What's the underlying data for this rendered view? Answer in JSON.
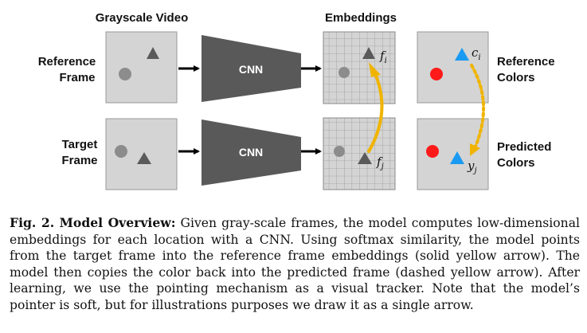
{
  "figure": {
    "col_grayscale": "Grayscale Video",
    "col_embeddings": "Embeddings",
    "row_ref": [
      "Reference",
      "Frame"
    ],
    "row_tgt": [
      "Target",
      "Frame"
    ],
    "cnn_label": "CNN",
    "ref_colors": [
      "Reference",
      "Colors"
    ],
    "pred_colors": [
      "Predicted",
      "Colors"
    ],
    "f_i": "f",
    "f_i_sub": "i",
    "f_j": "f",
    "f_j_sub": "j",
    "c_i": "c",
    "c_i_sub": "i",
    "y_j": "y",
    "y_j_sub": "j"
  },
  "colors": {
    "frame_fill": "#d4d4d4",
    "cnn_fill": "#595959",
    "shape_dark": "#5a5a5a",
    "circle_gray": "#8c8c8c",
    "red": "#ff1a1a",
    "blue": "#1a9af2",
    "yellow": "#f0b400"
  },
  "caption": {
    "label": "Fig. 2. Model Overview:",
    "text": "Given gray-scale frames, the model computes low-dimensional embeddings for each location with a CNN. Using softmax similarity, the model points from the target frame into the reference frame embeddings (solid yellow arrow). The model then copies the color back into the predicted frame (dashed yellow arrow). After learning, we use the pointing mechanism as a visual tracker. Note that the model’s pointer is soft, but for illustrations purposes we draw it as a single arrow."
  }
}
